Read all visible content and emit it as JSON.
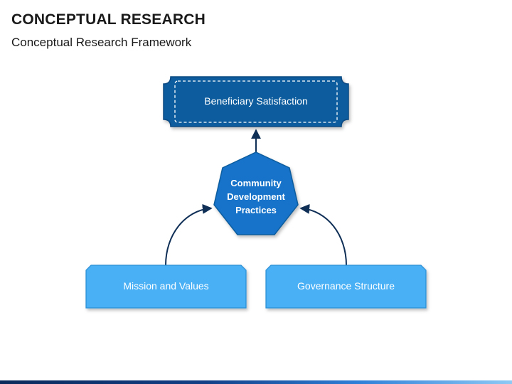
{
  "header": {
    "title": "CONCEPTUAL RESEARCH",
    "subtitle": "Conceptual Research Framework"
  },
  "nodes": {
    "top": "Beneficiary Satisfaction",
    "center": "Community Development Practices",
    "left": "Mission and Values",
    "right": "Governance Structure"
  },
  "colors": {
    "dark_blue": "#0d5d9e",
    "mid_blue": "#1473c9",
    "light_blue": "#48b0f5",
    "connector": "#0f2f57"
  }
}
